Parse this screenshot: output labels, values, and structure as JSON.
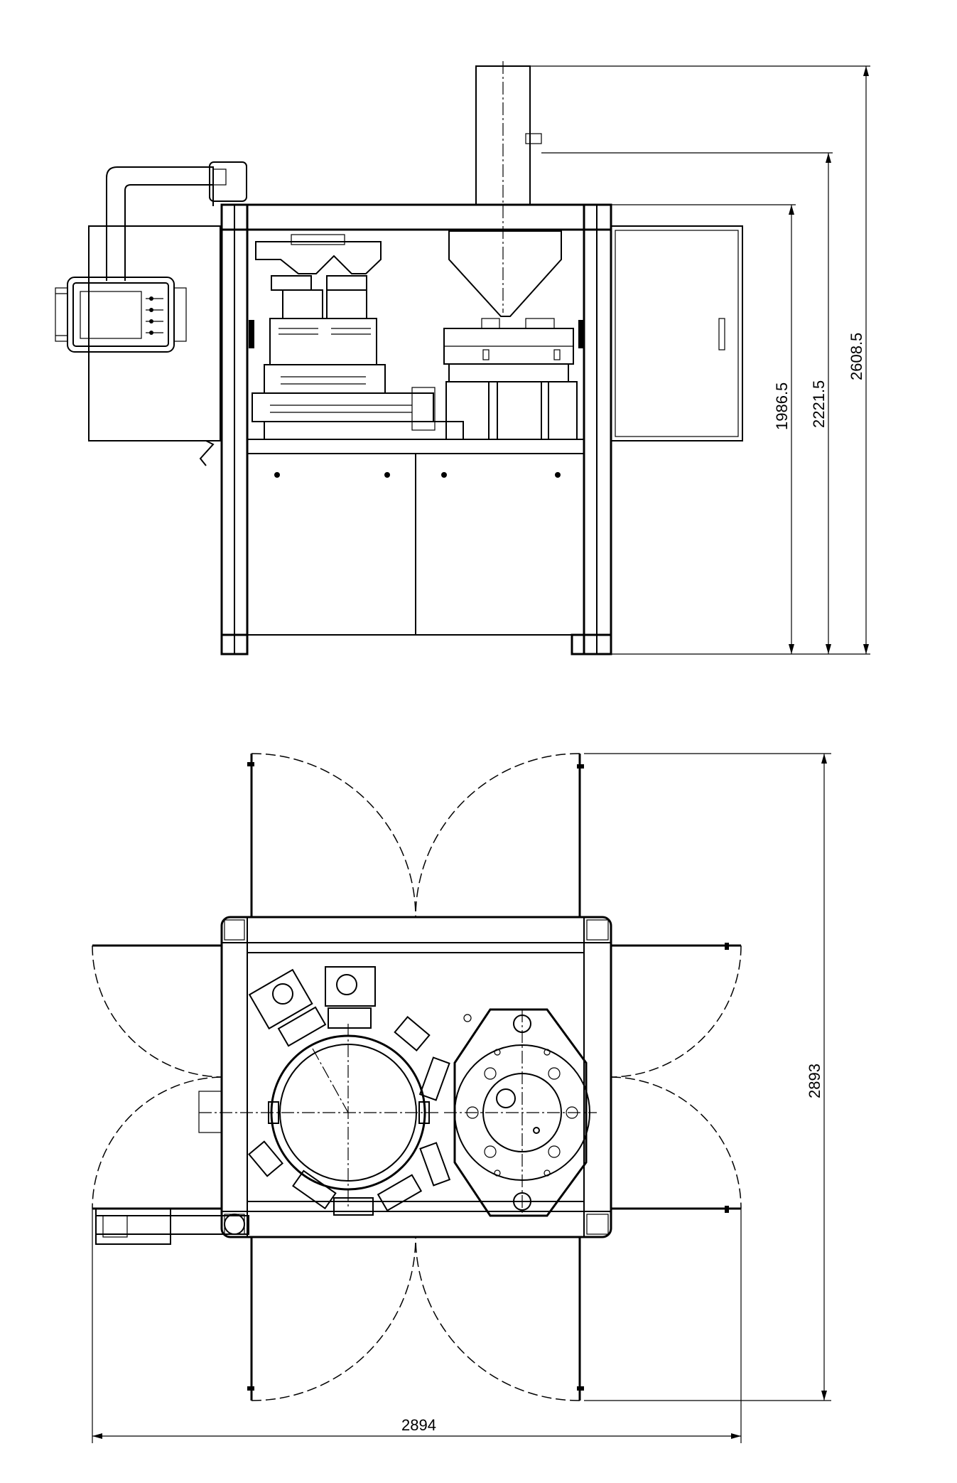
{
  "dimensions": {
    "height_1": "1986.5",
    "height_2": "2221.5",
    "height_3": "2608.5",
    "depth": "2893",
    "width": "2894"
  }
}
